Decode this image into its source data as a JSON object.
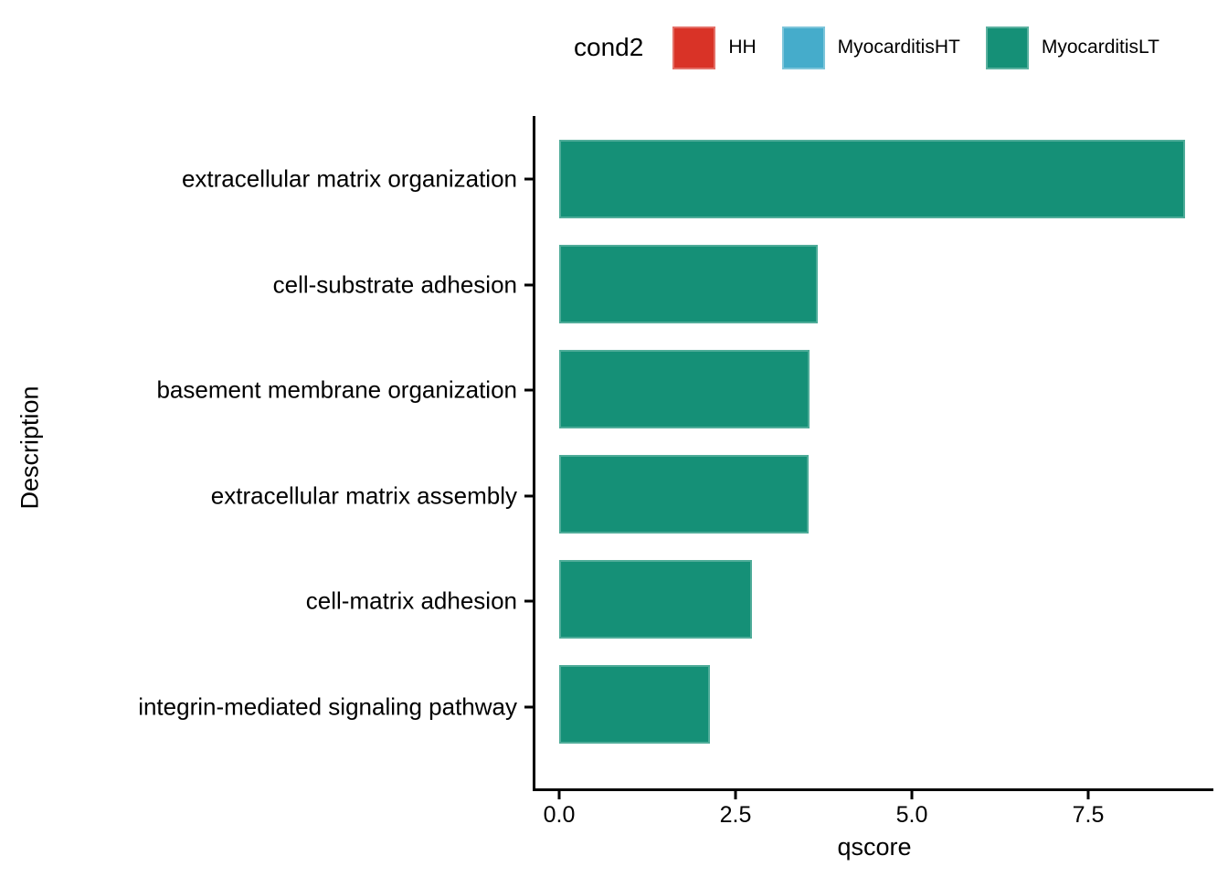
{
  "chart_data": {
    "type": "bar",
    "orientation": "horizontal",
    "title": "",
    "categories": [
      "extracellular matrix organization",
      "cell-substrate adhesion",
      "basement membrane organization",
      "extracellular matrix assembly",
      "cell-matrix adhesion",
      "integrin-mediated signaling pathway"
    ],
    "values": [
      8.87,
      3.67,
      3.55,
      3.54,
      2.73,
      2.14
    ],
    "series_name": "MyocarditisLT",
    "bar_color": "#159077",
    "xlabel": "qscore",
    "ylabel": "Description",
    "xlim": [
      0,
      9.3
    ],
    "xtick_values": [
      0,
      2.5,
      5,
      7.5
    ],
    "xtick_labels": [
      "0.0",
      "2.5",
      "5.0",
      "7.5"
    ],
    "grid": false,
    "legend": {
      "title": "cond2",
      "position": "top",
      "entries": [
        {
          "label": "HH",
          "color": "#D93327"
        },
        {
          "label": "MyocarditisHT",
          "color": "#45ACCB"
        },
        {
          "label": "MyocarditisLT",
          "color": "#159077"
        }
      ]
    }
  }
}
